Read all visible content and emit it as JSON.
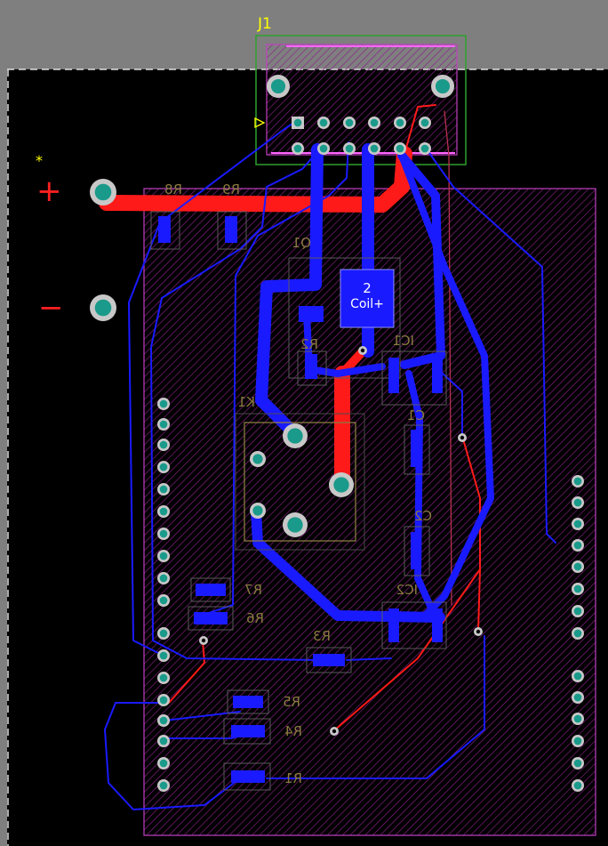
{
  "connector": {
    "ref": "J1"
  },
  "power": {
    "plus": "+",
    "minus": "−",
    "marker": "*"
  },
  "components": {
    "q1": "Q1",
    "k1": "K1",
    "ic1": "IC1",
    "ic2": "IC2",
    "c1": "C1",
    "c2": "C2",
    "r1": "R1",
    "r2": "R2",
    "r3": "R3",
    "r4": "R4",
    "r5": "R5",
    "r6": "R6",
    "r7": "R7",
    "r8": "R8",
    "r9": "R9"
  },
  "pad_label": {
    "number": "2",
    "net": "Coil+"
  },
  "colors": {
    "background": "#000000",
    "board_edge": "#7f7f7f",
    "top_copper": "#ff1a1a",
    "bottom_copper": "#1a1aff",
    "pad": "#c8c8c8",
    "via_hole": "#1a9a8a",
    "keepout": "#c040c0",
    "silkscreen_top": "#ffff00",
    "silkscreen_bottom": "#8a7a40"
  }
}
